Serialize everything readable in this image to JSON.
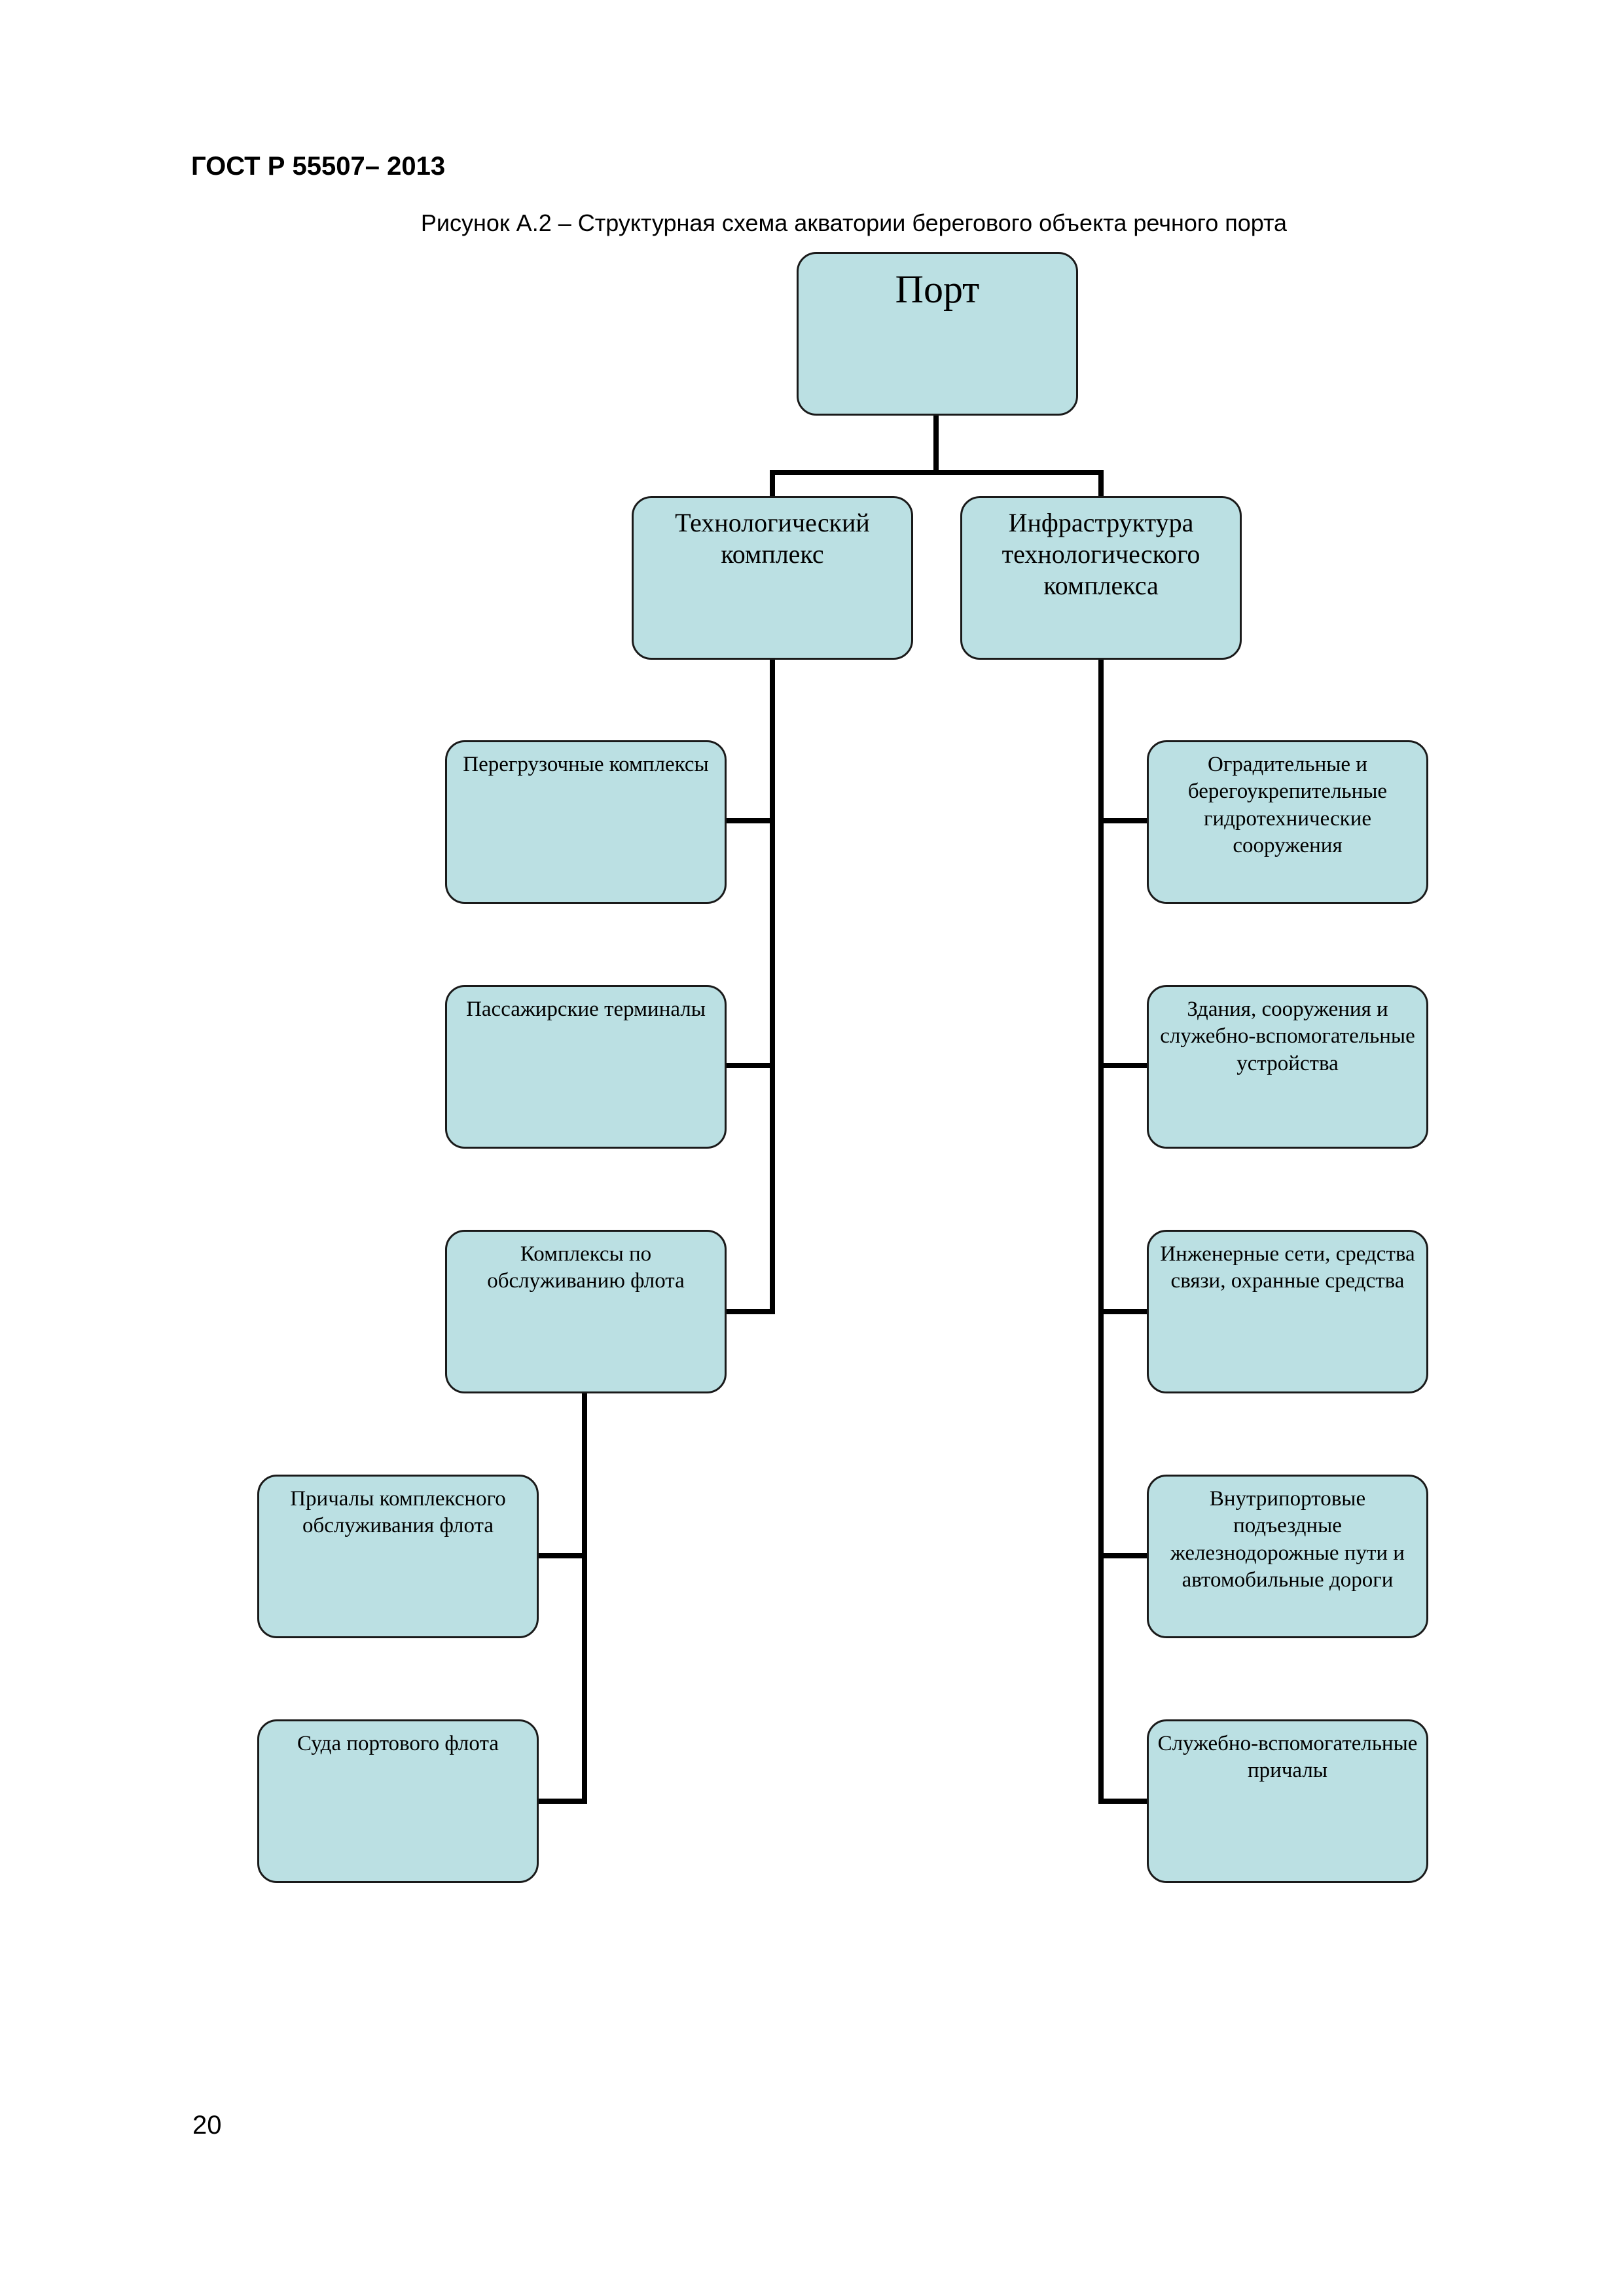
{
  "header": {
    "standard": "ГОСТ Р 55507– 2013"
  },
  "figure": {
    "caption": "Рисунок А.2 – Структурная схема акватории берегового объекта речного порта"
  },
  "diagram": {
    "root": "Порт",
    "left_branch": {
      "label": "Технологический комплекс",
      "children": [
        "Перегрузочные комплексы",
        "Пассажирские терминалы",
        "Комплексы по обслуживанию флота"
      ],
      "fleet_service_children": [
        "Причалы комплексного обслуживания флота",
        "Суда портового флота"
      ]
    },
    "right_branch": {
      "label": "Инфраструктура технологического комплекса",
      "children": [
        "Оградительные и берегоукрепительные гидротехнические сооружения",
        "Здания, сооружения и служебно-вспомогательные устройства",
        "Инженерные сети, средства связи, охранные средства",
        "Внутрипортовые подъездные железнодорожные пути и автомобильные дороги",
        "Служебно-вспомогательные причалы"
      ]
    }
  },
  "footer": {
    "page_number": "20"
  }
}
